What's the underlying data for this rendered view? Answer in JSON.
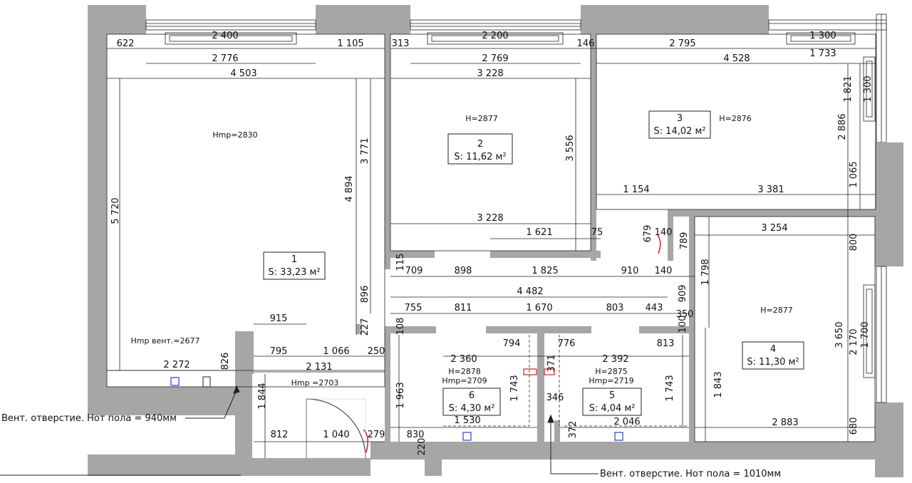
{
  "rooms": [
    {
      "num": "1",
      "area": "S: 33,23 м²",
      "height": "Hmp=2830"
    },
    {
      "num": "2",
      "area": "S: 11,62 м²",
      "height": "H=2877"
    },
    {
      "num": "3",
      "area": "S: 14,02 м²",
      "height": "H=2876"
    },
    {
      "num": "4",
      "area": "S: 11,30 м²",
      "height": "H=2877"
    },
    {
      "num": "5",
      "area": "S: 4,04 м²",
      "height": "H=2875",
      "height2": "Hmp=2719"
    },
    {
      "num": "6",
      "area": "S: 4,30 м²",
      "height": "H=2878",
      "height2": "Hmp=2709"
    }
  ],
  "extra_heights": {
    "vent": "Hmp вент.=2677",
    "hall": "Hmp =2703"
  },
  "notes": {
    "vent_left": "Вент. отверстие. Hот пола = 940мм",
    "vent_bottom": "Вент. отверстие. Hот пола = 1010мм"
  },
  "dims": {
    "d622": "622",
    "d2400": "2 400",
    "d1105": "1 105",
    "d313": "313",
    "d2200": "2 200",
    "d146": "146",
    "d2795": "2 795",
    "d1300a": "1 300",
    "d2776": "2 776",
    "d2769": "2 769",
    "d4528": "4 528",
    "d1733": "1 733",
    "d4503": "4 503",
    "d3228a": "3 228",
    "d1821": "1 821",
    "d1300b": "1 300",
    "d3771": "3 771",
    "d3556": "3 556",
    "d2886": "2 886",
    "d5720": "5 720",
    "d4894": "4 894",
    "d1154": "1 154",
    "d3381": "3 381",
    "d1065": "1 065",
    "d3228b": "3 228",
    "d3254": "3 254",
    "d1621": "1 621",
    "d75": "75",
    "d679": "679",
    "d140a": "140",
    "d789": "789",
    "d800": "800",
    "d115": "115",
    "d709": "709",
    "d898": "898",
    "d1825": "1 825",
    "d910": "910",
    "d140b": "140",
    "d1798": "1 798",
    "d896": "896",
    "d4482": "4 482",
    "d909": "909",
    "d755": "755",
    "d811": "811",
    "d1670": "1 670",
    "d803": "803",
    "d443": "443",
    "d350": "350",
    "d915": "915",
    "d227": "227",
    "d108": "108",
    "d100": "100",
    "d3650": "3 650",
    "d2170": "2 170",
    "d1700": "1 700",
    "d794": "794",
    "d776": "776",
    "d813": "813",
    "d795": "795",
    "d1066": "1 066",
    "d250": "250",
    "d826": "826",
    "d2360": "2 360",
    "d2392": "2 392",
    "d2272": "2 272",
    "d2131": "2 131",
    "d1743a": "1 743",
    "d371": "371",
    "d1743b": "1 743",
    "d1843": "1 843",
    "d1844": "1 844",
    "d1963": "1 963",
    "d346": "346",
    "d1530": "1 530",
    "d2046": "2 046",
    "d2883": "2 883",
    "d680": "680",
    "d812": "812",
    "d1040": "1 040",
    "d279": "279",
    "d830": "830",
    "d220": "220",
    "d372": "372"
  },
  "colors": {
    "wall": "#a6a6a6",
    "vent": "#2b3ccc",
    "door": "#cc2222"
  }
}
